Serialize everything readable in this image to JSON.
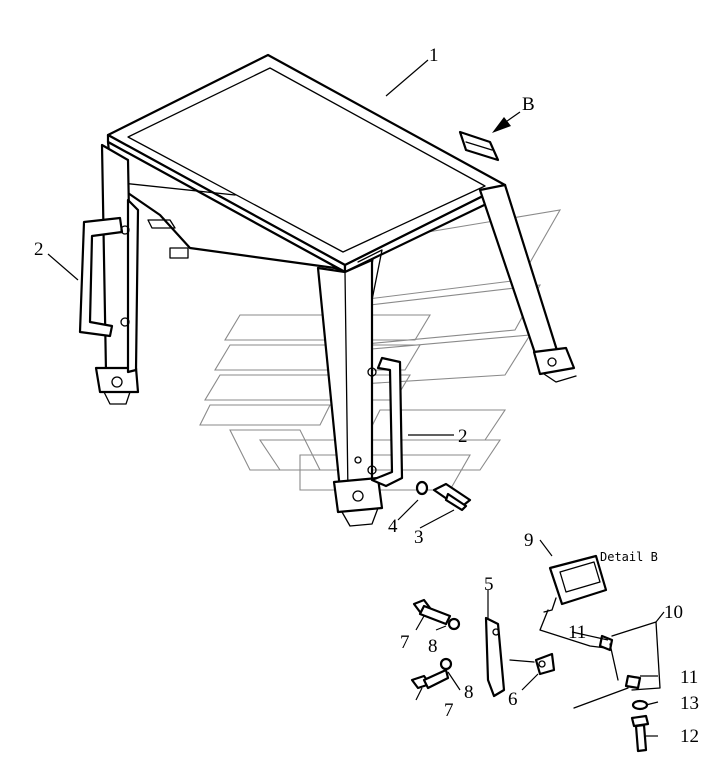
{
  "diagram": {
    "detail_label": "Detail B",
    "view_marker": "B",
    "callouts": [
      {
        "id": "c1",
        "text": "1"
      },
      {
        "id": "c2a",
        "text": "2"
      },
      {
        "id": "c2b",
        "text": "2"
      },
      {
        "id": "c3",
        "text": "3"
      },
      {
        "id": "c4",
        "text": "4"
      },
      {
        "id": "c5",
        "text": "5"
      },
      {
        "id": "c6",
        "text": "6"
      },
      {
        "id": "c7a",
        "text": "7"
      },
      {
        "id": "c7b",
        "text": "7"
      },
      {
        "id": "c8a",
        "text": "8"
      },
      {
        "id": "c8b",
        "text": "8"
      },
      {
        "id": "c9",
        "text": "9"
      },
      {
        "id": "c10",
        "text": "10"
      },
      {
        "id": "c11a",
        "text": "11"
      },
      {
        "id": "c11b",
        "text": "11"
      },
      {
        "id": "c12",
        "text": "12"
      },
      {
        "id": "c13",
        "text": "13"
      }
    ]
  }
}
